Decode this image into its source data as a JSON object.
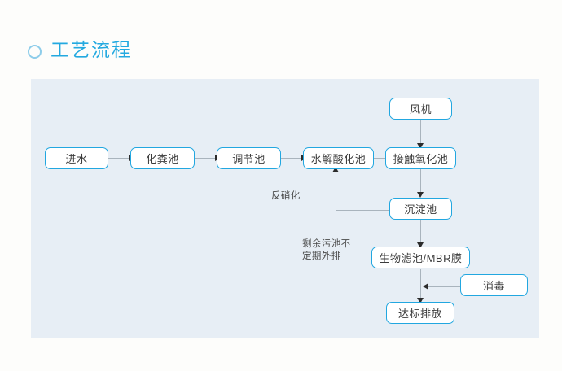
{
  "header": {
    "icon": "ring-icon",
    "title": "工艺流程"
  },
  "diagram": {
    "type": "flowchart",
    "panel_color": "#e7eef5",
    "node_border_color": "#22a7e0",
    "node_fill_color": "#ffffff",
    "connector_color": "#a9b4bd",
    "arrowhead_color": "#2b2b2b",
    "nodes": [
      {
        "id": "influent",
        "label": "进水"
      },
      {
        "id": "septic",
        "label": "化粪池"
      },
      {
        "id": "regulating",
        "label": "调节池"
      },
      {
        "id": "hydrolysis",
        "label": "水解酸化池"
      },
      {
        "id": "contact_ox",
        "label": "接触氧化池"
      },
      {
        "id": "blower",
        "label": "风机"
      },
      {
        "id": "sediment",
        "label": "沉淀池"
      },
      {
        "id": "biofilter",
        "label": "生物滤池/MBR膜"
      },
      {
        "id": "disinfect",
        "label": "消毒"
      },
      {
        "id": "discharge",
        "label": "达标排放"
      }
    ],
    "notes": [
      {
        "id": "denitrification",
        "label": "反硝化"
      },
      {
        "id": "sludge",
        "label": "剩余污池不\n定期外排"
      }
    ],
    "edges": [
      {
        "from": "influent",
        "to": "septic"
      },
      {
        "from": "septic",
        "to": "regulating"
      },
      {
        "from": "regulating",
        "to": "hydrolysis"
      },
      {
        "from": "hydrolysis",
        "to": "contact_ox"
      },
      {
        "from": "blower",
        "to": "contact_ox"
      },
      {
        "from": "contact_ox",
        "to": "sediment"
      },
      {
        "from": "sediment",
        "to": "hydrolysis",
        "label": "反硝化"
      },
      {
        "from": "sediment",
        "to": "biofilter"
      },
      {
        "from": "biofilter",
        "to": "discharge"
      },
      {
        "from": "disinfect",
        "to": "discharge"
      }
    ]
  }
}
